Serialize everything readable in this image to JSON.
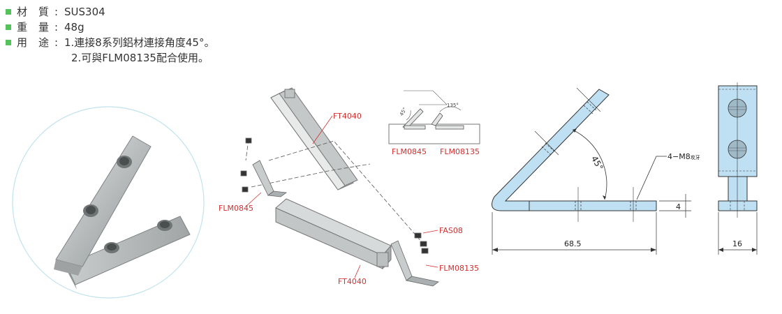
{
  "specs": {
    "material": {
      "label": "材　質",
      "value": "SUS304"
    },
    "weight": {
      "label": "重　量",
      "value": "48g"
    },
    "usage": {
      "label": "用　途",
      "line1": "1.連接8系列鋁材連接角度45°。",
      "line2": "2.可與FLM08135配合使用。"
    }
  },
  "assembly_labels": {
    "ft4040_top": "FT4040",
    "flm0845": "FLM0845",
    "fas08": "FAS08",
    "flm08135": "FLM08135",
    "ft4040_bottom": "FT4040"
  },
  "angle_diagram": {
    "angle_left": "45°",
    "angle_right": "135°",
    "label_left": "FLM0845",
    "label_right": "FLM08135"
  },
  "drawing": {
    "angle": "45°",
    "hole_callout": "4−M8",
    "hole_callout_suffix": "攻牙",
    "thickness": "4",
    "length": "68.5",
    "width": "16"
  },
  "colors": {
    "bullet": "#55c15a",
    "part_fill": "#bfe0f3",
    "label_red": "#d32f2f"
  }
}
